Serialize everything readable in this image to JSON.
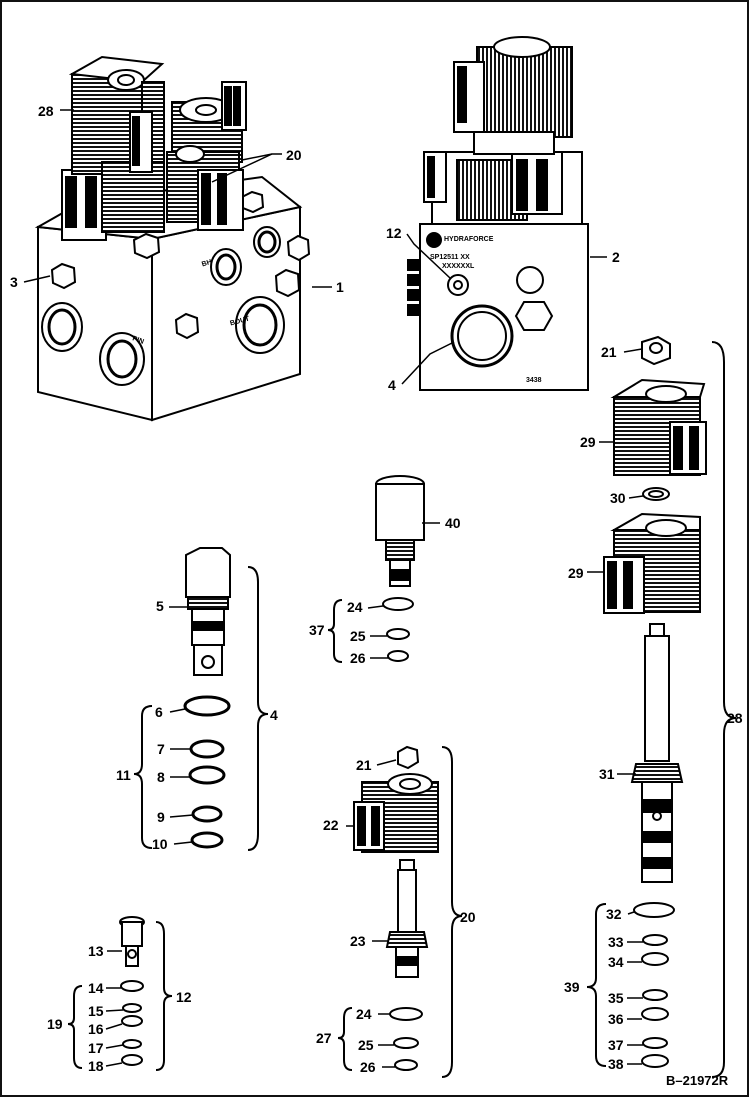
{
  "diagram": {
    "reference": "B–21972R",
    "callouts": {
      "c28_top": "28",
      "c20_top": "20",
      "c3": "3",
      "c1": "1",
      "c12_top": "12",
      "c2": "2",
      "c4_top": "4",
      "c21_right": "21",
      "c29_upper": "29",
      "c30": "30",
      "c29_lower": "29",
      "c28_right": "28",
      "c31": "31",
      "c32": "32",
      "c33": "33",
      "c34": "34",
      "c39": "39",
      "c35": "35",
      "c36": "36",
      "c37_right": "37",
      "c38": "38",
      "c40": "40",
      "c37_mid": "37",
      "c24_upper": "24",
      "c25_upper": "25",
      "c26_upper": "26",
      "c5": "5",
      "c4_left": "4",
      "c6": "6",
      "c7": "7",
      "c11": "11",
      "c8": "8",
      "c9": "9",
      "c10": "10",
      "c21_mid": "21",
      "c22": "22",
      "c23": "23",
      "c20_mid": "20",
      "c24_lower": "24",
      "c27": "27",
      "c25_lower": "25",
      "c26_lower": "26",
      "c13": "13",
      "c12_left": "12",
      "c14": "14",
      "c15": "15",
      "c19": "19",
      "c16": "16",
      "c17": "17",
      "c18": "18"
    },
    "part_markings": {
      "block_ports": [
        "PIN",
        "BOUT",
        "BH"
      ],
      "brand": "HYDRAFORCE",
      "part_number_line1": "SP12511 XX",
      "part_number_line2": "XXXXXXL",
      "block_code": "3438"
    }
  }
}
